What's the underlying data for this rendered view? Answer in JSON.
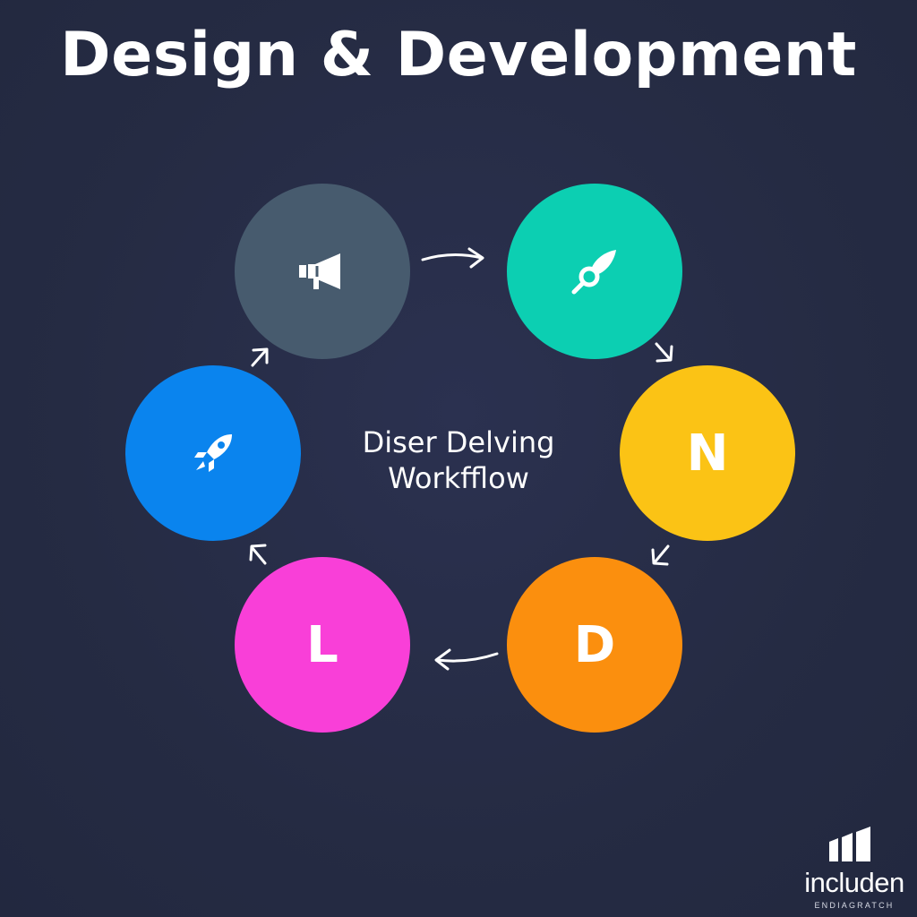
{
  "title": "Design & Development",
  "center_label": {
    "line1": "Diser Delving",
    "line2": "Workfflow"
  },
  "nodes": [
    {
      "id": "top-left",
      "icon": "megaphone-icon",
      "letter": "",
      "color": "#475b6e"
    },
    {
      "id": "top-right",
      "icon": "paintbrush-icon",
      "letter": "",
      "color": "#0ccfb2"
    },
    {
      "id": "right",
      "icon": "",
      "letter": "N",
      "color": "#fbc315"
    },
    {
      "id": "bottom-right",
      "icon": "",
      "letter": "D",
      "color": "#fb8f0e"
    },
    {
      "id": "bottom-left",
      "icon": "",
      "letter": "L",
      "color": "#f93fd8"
    },
    {
      "id": "left",
      "icon": "rocket-icon",
      "letter": "",
      "color": "#0a84ee"
    }
  ],
  "logo": {
    "icon": "bar-chart-logo-icon",
    "wordmark": "includen",
    "subtext": "ENDIAGRATCH"
  }
}
